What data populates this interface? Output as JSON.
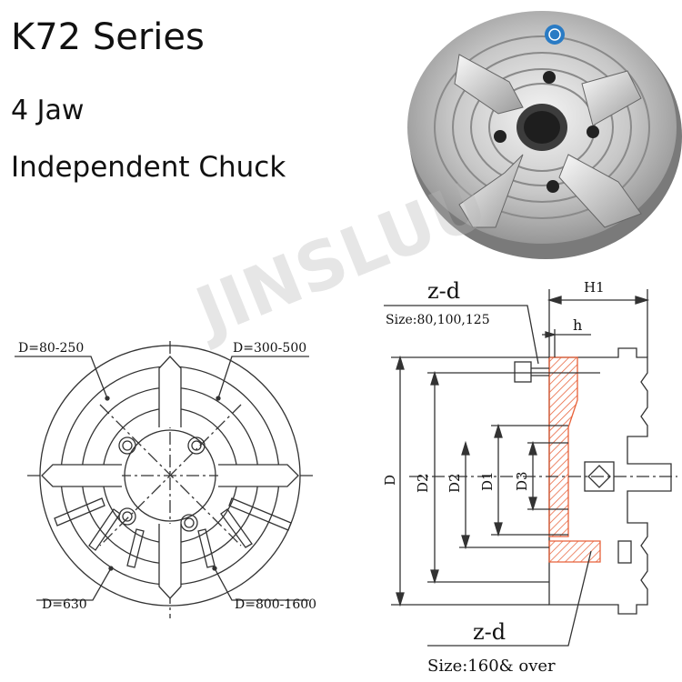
{
  "heading": {
    "series": "K72 Series",
    "jaw": "4 Jaw",
    "type": "Independent Chuck"
  },
  "watermark": "JINSLUU",
  "front_view": {
    "labels": {
      "tl": "D=80-250",
      "tr": "D=300-500",
      "bl": "D=630",
      "br": "D=800-1600"
    }
  },
  "section_view": {
    "top_bolt": "z-d",
    "top_size": "Size:80,100,125",
    "h1": "H1",
    "h": "h",
    "dims": [
      "D",
      "D2",
      "D2",
      "D1",
      "D3"
    ],
    "bottom_bolt": "z-d",
    "bottom_size": "Size:160& over"
  },
  "colors": {
    "hatch": "#e8623a",
    "line": "#333333"
  }
}
